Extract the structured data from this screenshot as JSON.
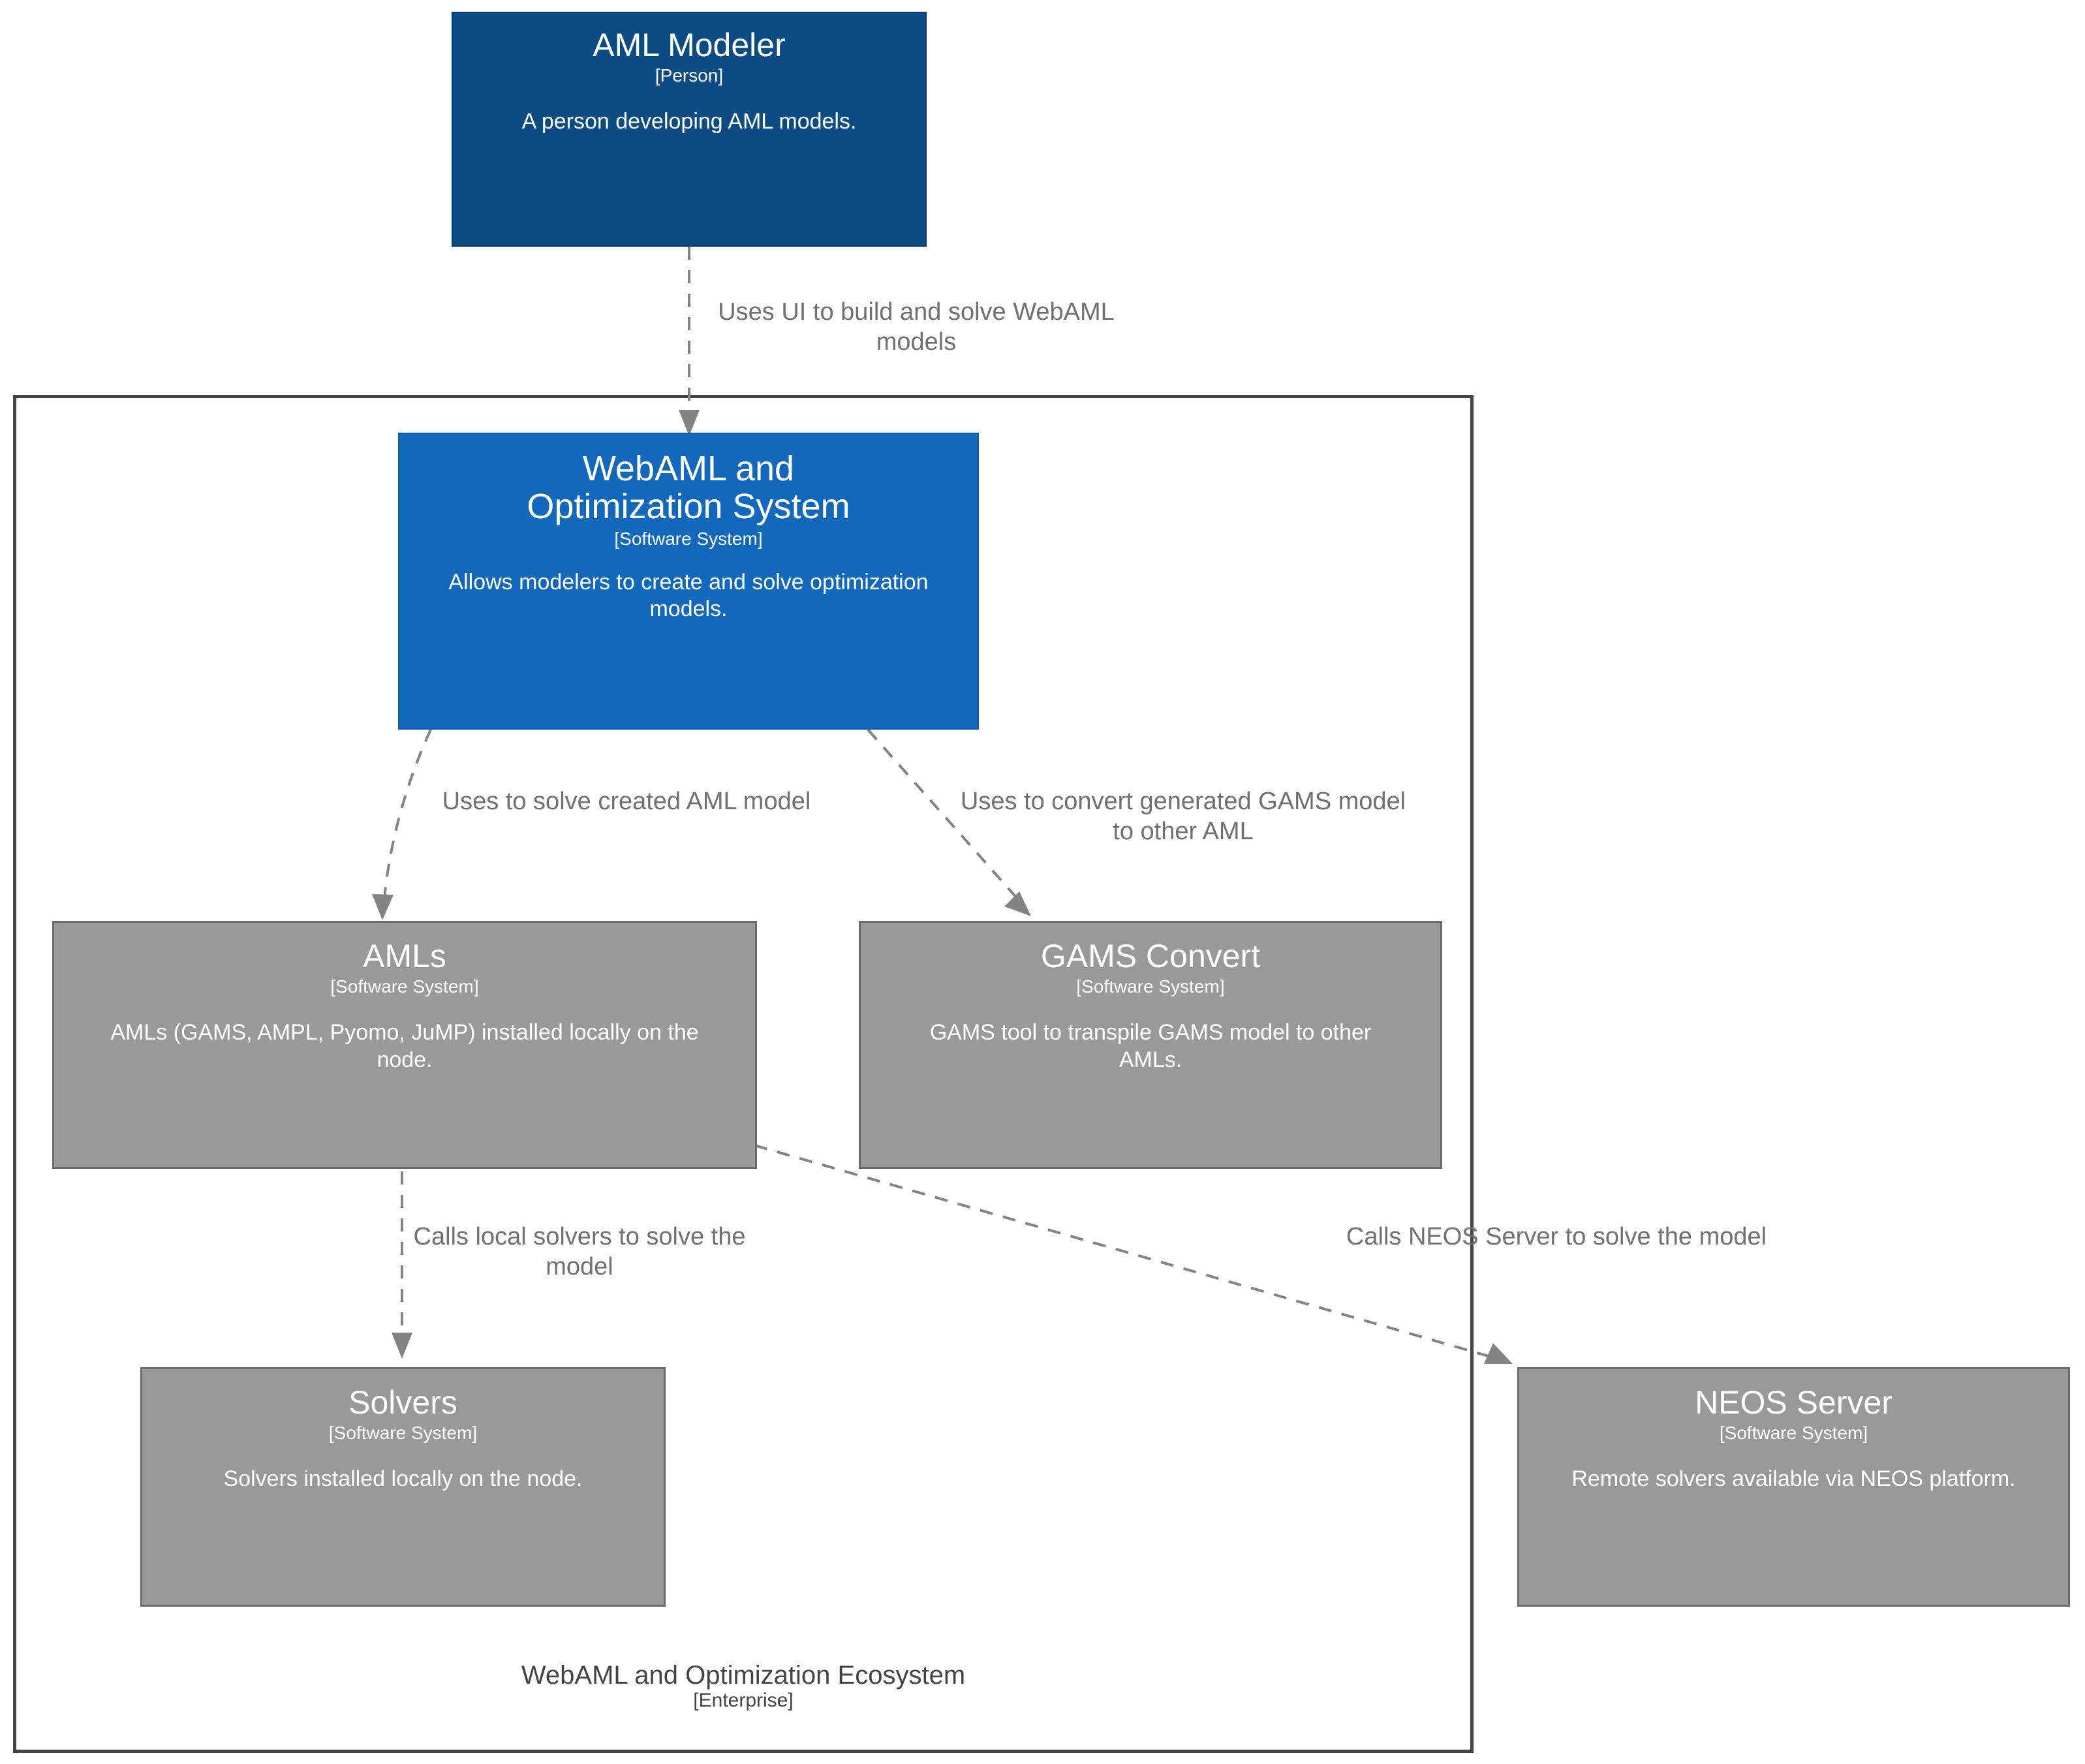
{
  "diagram": {
    "type": "c4-system-context",
    "boundary": {
      "name": "WebAML and Optimization Ecosystem",
      "type_label": "[Enterprise]"
    },
    "nodes": [
      {
        "id": "aml-modeler",
        "title": "AML Modeler",
        "type_label": "[Person]",
        "description": "A person developing AML models.",
        "color": "#0c4b83",
        "kind": "person"
      },
      {
        "id": "webaml-system",
        "title_line1": "WebAML and",
        "title_line2": "Optimization System",
        "title": "WebAML and Optimization System",
        "type_label": "[Software System]",
        "description": "Allows modelers to create and solve optimization models.",
        "color": "#1168bd",
        "kind": "software-system"
      },
      {
        "id": "amls",
        "title": "AMLs",
        "type_label": "[Software System]",
        "description": "AMLs (GAMS, AMPL, Pyomo, JuMP) installed locally on the node.",
        "color": "#999999",
        "kind": "external-software-system"
      },
      {
        "id": "gams-convert",
        "title": "GAMS Convert",
        "type_label": "[Software System]",
        "description": "GAMS tool to transpile GAMS model to other AMLs.",
        "color": "#999999",
        "kind": "external-software-system"
      },
      {
        "id": "solvers",
        "title": "Solvers",
        "type_label": "[Software System]",
        "description": "Solvers installed locally on the node.",
        "color": "#999999",
        "kind": "external-software-system"
      },
      {
        "id": "neos-server",
        "title": "NEOS Server",
        "type_label": "[Software System]",
        "description": "Remote solvers available via NEOS platform.",
        "color": "#999999",
        "kind": "external-software-system"
      }
    ],
    "relationships": [
      {
        "id": "rel-modeler-webaml",
        "from": "aml-modeler",
        "to": "webaml-system",
        "label": "Uses UI to build and solve WebAML models"
      },
      {
        "id": "rel-webaml-amls",
        "from": "webaml-system",
        "to": "amls",
        "label": "Uses to solve created AML model"
      },
      {
        "id": "rel-webaml-gamsconvert",
        "from": "webaml-system",
        "to": "gams-convert",
        "label": "Uses to convert generated GAMS model to other AML"
      },
      {
        "id": "rel-amls-solvers",
        "from": "amls",
        "to": "solvers",
        "label": "Calls local solvers to solve the model"
      },
      {
        "id": "rel-amls-neos",
        "from": "amls",
        "to": "neos-server",
        "label": "Calls NEOS Server to solve the model"
      }
    ],
    "colors": {
      "person": "#0c4b83",
      "system": "#1168bd",
      "external": "#999999",
      "boundary_stroke": "#444444",
      "relationship_stroke": "#838383",
      "relationship_text": "#707070"
    }
  }
}
